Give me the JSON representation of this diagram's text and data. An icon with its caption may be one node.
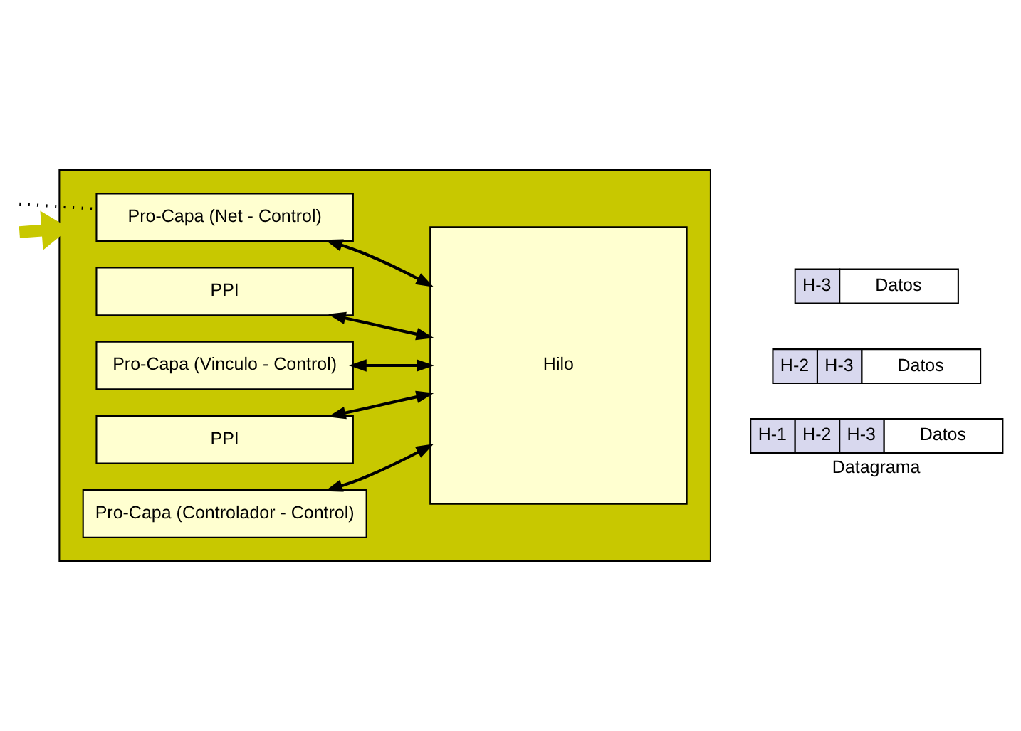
{
  "diagram": {
    "nodes": [
      {
        "text": [],
        "shape": "box"
      },
      {
        "text": [
          "Pro-Capa (Net - Control)"
        ],
        "in": 0
      },
      {
        "text": [
          "PPI"
        ],
        "in": 0
      },
      {
        "text": [
          "Pro-Capa (Vinculo - Control)"
        ],
        "in": 0
      },
      {
        "text": [
          "PPI"
        ],
        "in": 0
      },
      {
        "text": [
          "Pro-Capa (Controlador - Control)"
        ],
        "in": 0
      },
      {
        "text": [
          "Hilo"
        ],
        "in": 0
      },
      {
        "text": [
          "H-3",
          "Datos"
        ]
      },
      {
        "text": [
          "H-2",
          "H-3",
          "Datos"
        ]
      },
      {
        "text": [
          "H-1",
          "H-2",
          "H-3",
          "Datos"
        ],
        "beside": [
          "Datagrama"
        ]
      }
    ],
    "edges": [
      {
        "from": null,
        "to": 1,
        "arrow": "none",
        "style": "dashed"
      },
      {
        "from": 1,
        "to": 6,
        "arrow": "both"
      },
      {
        "from": 2,
        "to": 6,
        "arrow": "both"
      },
      {
        "from": 3,
        "to": 6,
        "arrow": "both"
      },
      {
        "from": 4,
        "to": 6,
        "arrow": "both"
      },
      {
        "from": 5,
        "to": 6,
        "arrow": "both"
      },
      {
        "from": null,
        "to": 0,
        "arrow": "to",
        "style": "thick",
        "color": "#c8c800"
      }
    ]
  }
}
